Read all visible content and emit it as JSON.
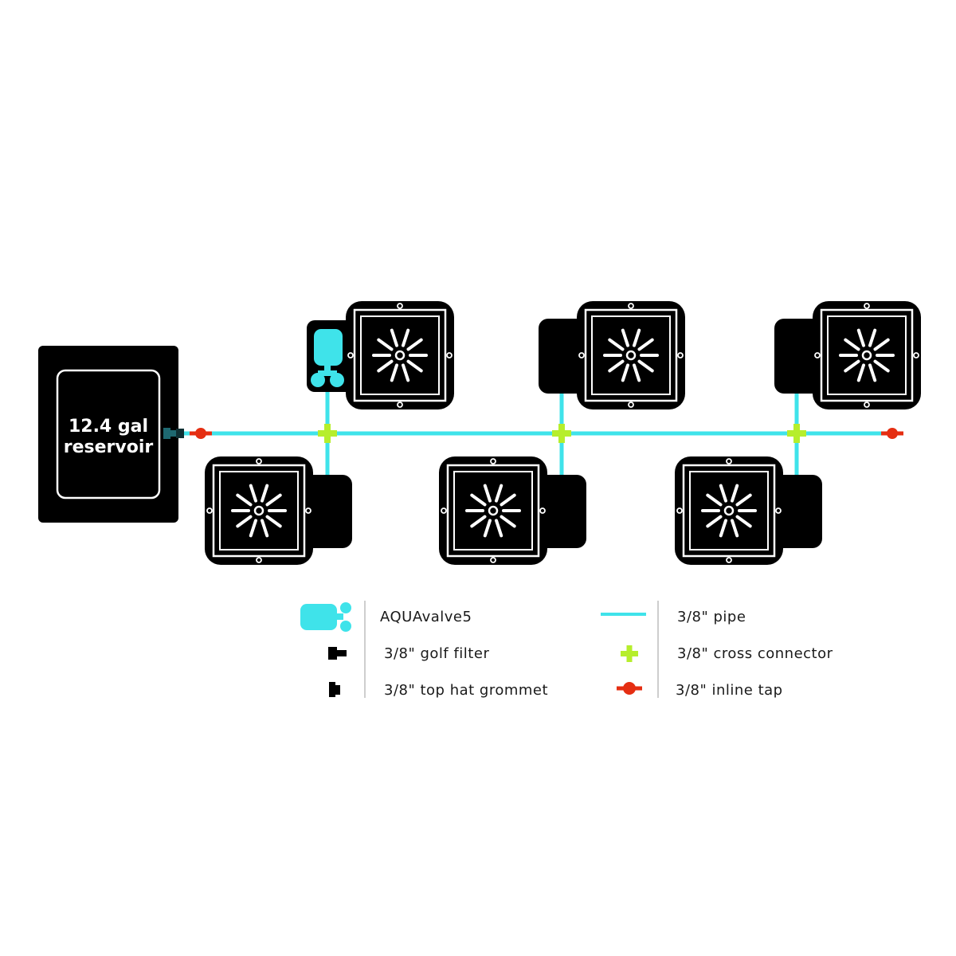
{
  "reservoir": {
    "line1": "12.4 gal",
    "line2": "reservoir"
  },
  "colors": {
    "pipe": "#3fe3ea",
    "cross_connector": "#b6ee2c",
    "inline_tap": "#e52e12",
    "pot": "#000000",
    "background": "#ffffff"
  },
  "legend": {
    "left": [
      {
        "icon": "aquavalve5-icon",
        "label": "AQUAvalve5"
      },
      {
        "icon": "golf-filter-icon",
        "label": "3/8\" golf filter"
      },
      {
        "icon": "top-hat-grommet-icon",
        "label": "3/8\" top hat grommet"
      }
    ],
    "right": [
      {
        "icon": "pipe-icon",
        "label": "3/8\" pipe"
      },
      {
        "icon": "cross-connector-icon",
        "label": "3/8\" cross connector"
      },
      {
        "icon": "inline-tap-icon",
        "label": "3/8\" inline tap"
      }
    ]
  }
}
